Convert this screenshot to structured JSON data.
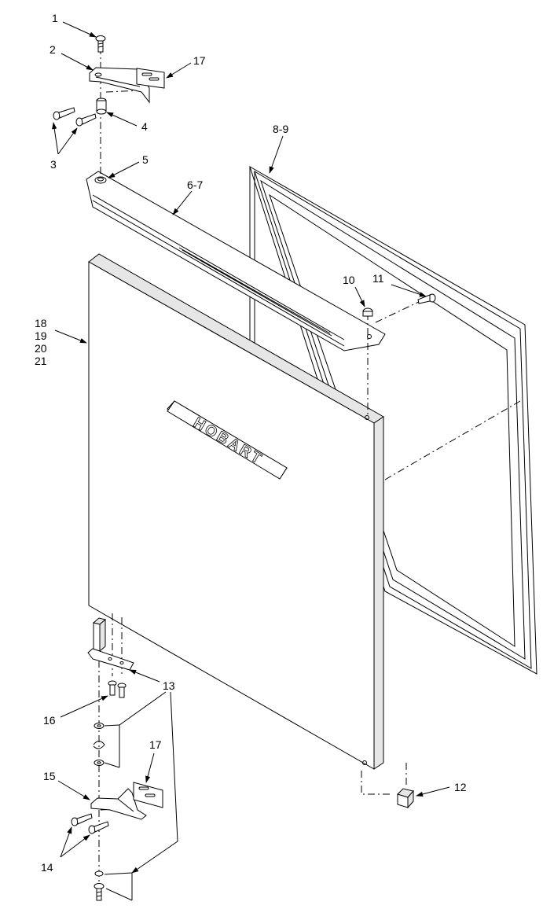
{
  "brand": "HOBART",
  "callouts": {
    "c1": "1",
    "c2": "2",
    "c3": "3",
    "c4": "4",
    "c5": "5",
    "c6_7": "6-7",
    "c8_9": "8-9",
    "c10": "10",
    "c11": "11",
    "c12": "12",
    "c13": "13",
    "c14": "14",
    "c15": "15",
    "c16": "16",
    "c17_top": "17",
    "c17_bottom": "17",
    "c18": "18",
    "c19": "19",
    "c20": "20",
    "c21": "21"
  }
}
